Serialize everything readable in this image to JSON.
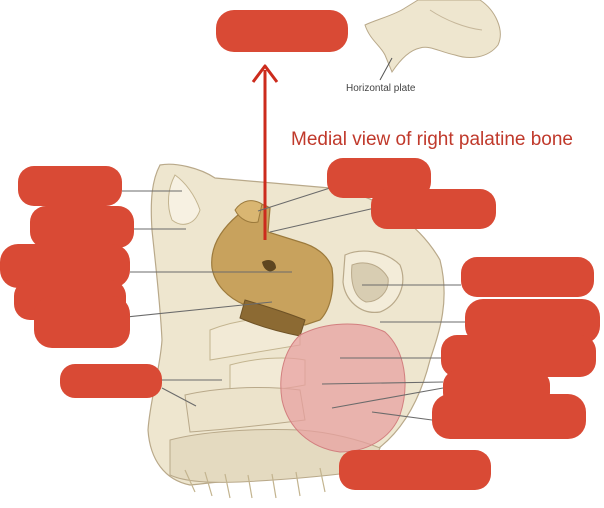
{
  "caption": "Medial view of right palatine bone",
  "inset_label": "Horizontal plate",
  "colors": {
    "mask": "#d94a35",
    "arrow": "#cc2b1d",
    "bone": "#eee6cf",
    "palatine": "#c8a25d",
    "highlight": "#e7a0a0"
  },
  "labels": [
    {
      "id": "inset-top"
    },
    {
      "id": "left-1"
    },
    {
      "id": "left-2"
    },
    {
      "id": "left-3"
    },
    {
      "id": "left-4"
    },
    {
      "id": "left-5"
    },
    {
      "id": "top-mid-1"
    },
    {
      "id": "top-mid-2"
    },
    {
      "id": "right-1"
    },
    {
      "id": "right-2"
    },
    {
      "id": "right-3"
    },
    {
      "id": "right-4"
    },
    {
      "id": "right-5"
    },
    {
      "id": "bottom-1"
    }
  ]
}
